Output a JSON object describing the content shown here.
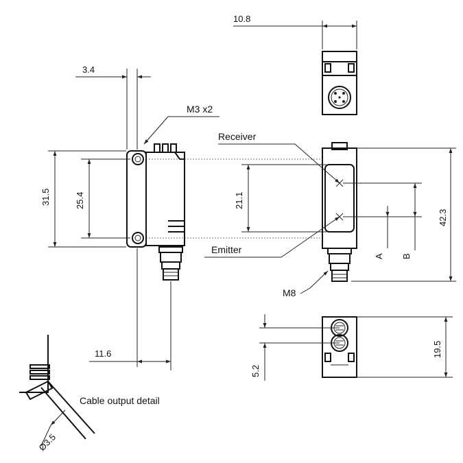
{
  "labels": {
    "m3": "M3 x2",
    "receiver": "Receiver",
    "emitter": "Emitter",
    "m8": "M8",
    "cable_detail": "Cable output detail"
  },
  "dimensions": {
    "d_10_8": "10.8",
    "d_3_4": "3.4",
    "d_31_5": "31.5",
    "d_25_4": "25.4",
    "d_21_1": "21.1",
    "d_42_3": "42.3",
    "d_A": "A",
    "d_B": "B",
    "d_11_6": "11.6",
    "d_19_5": "19.5",
    "d_5_2": "5.2",
    "d_dia_3_5": "Ø3.5"
  }
}
